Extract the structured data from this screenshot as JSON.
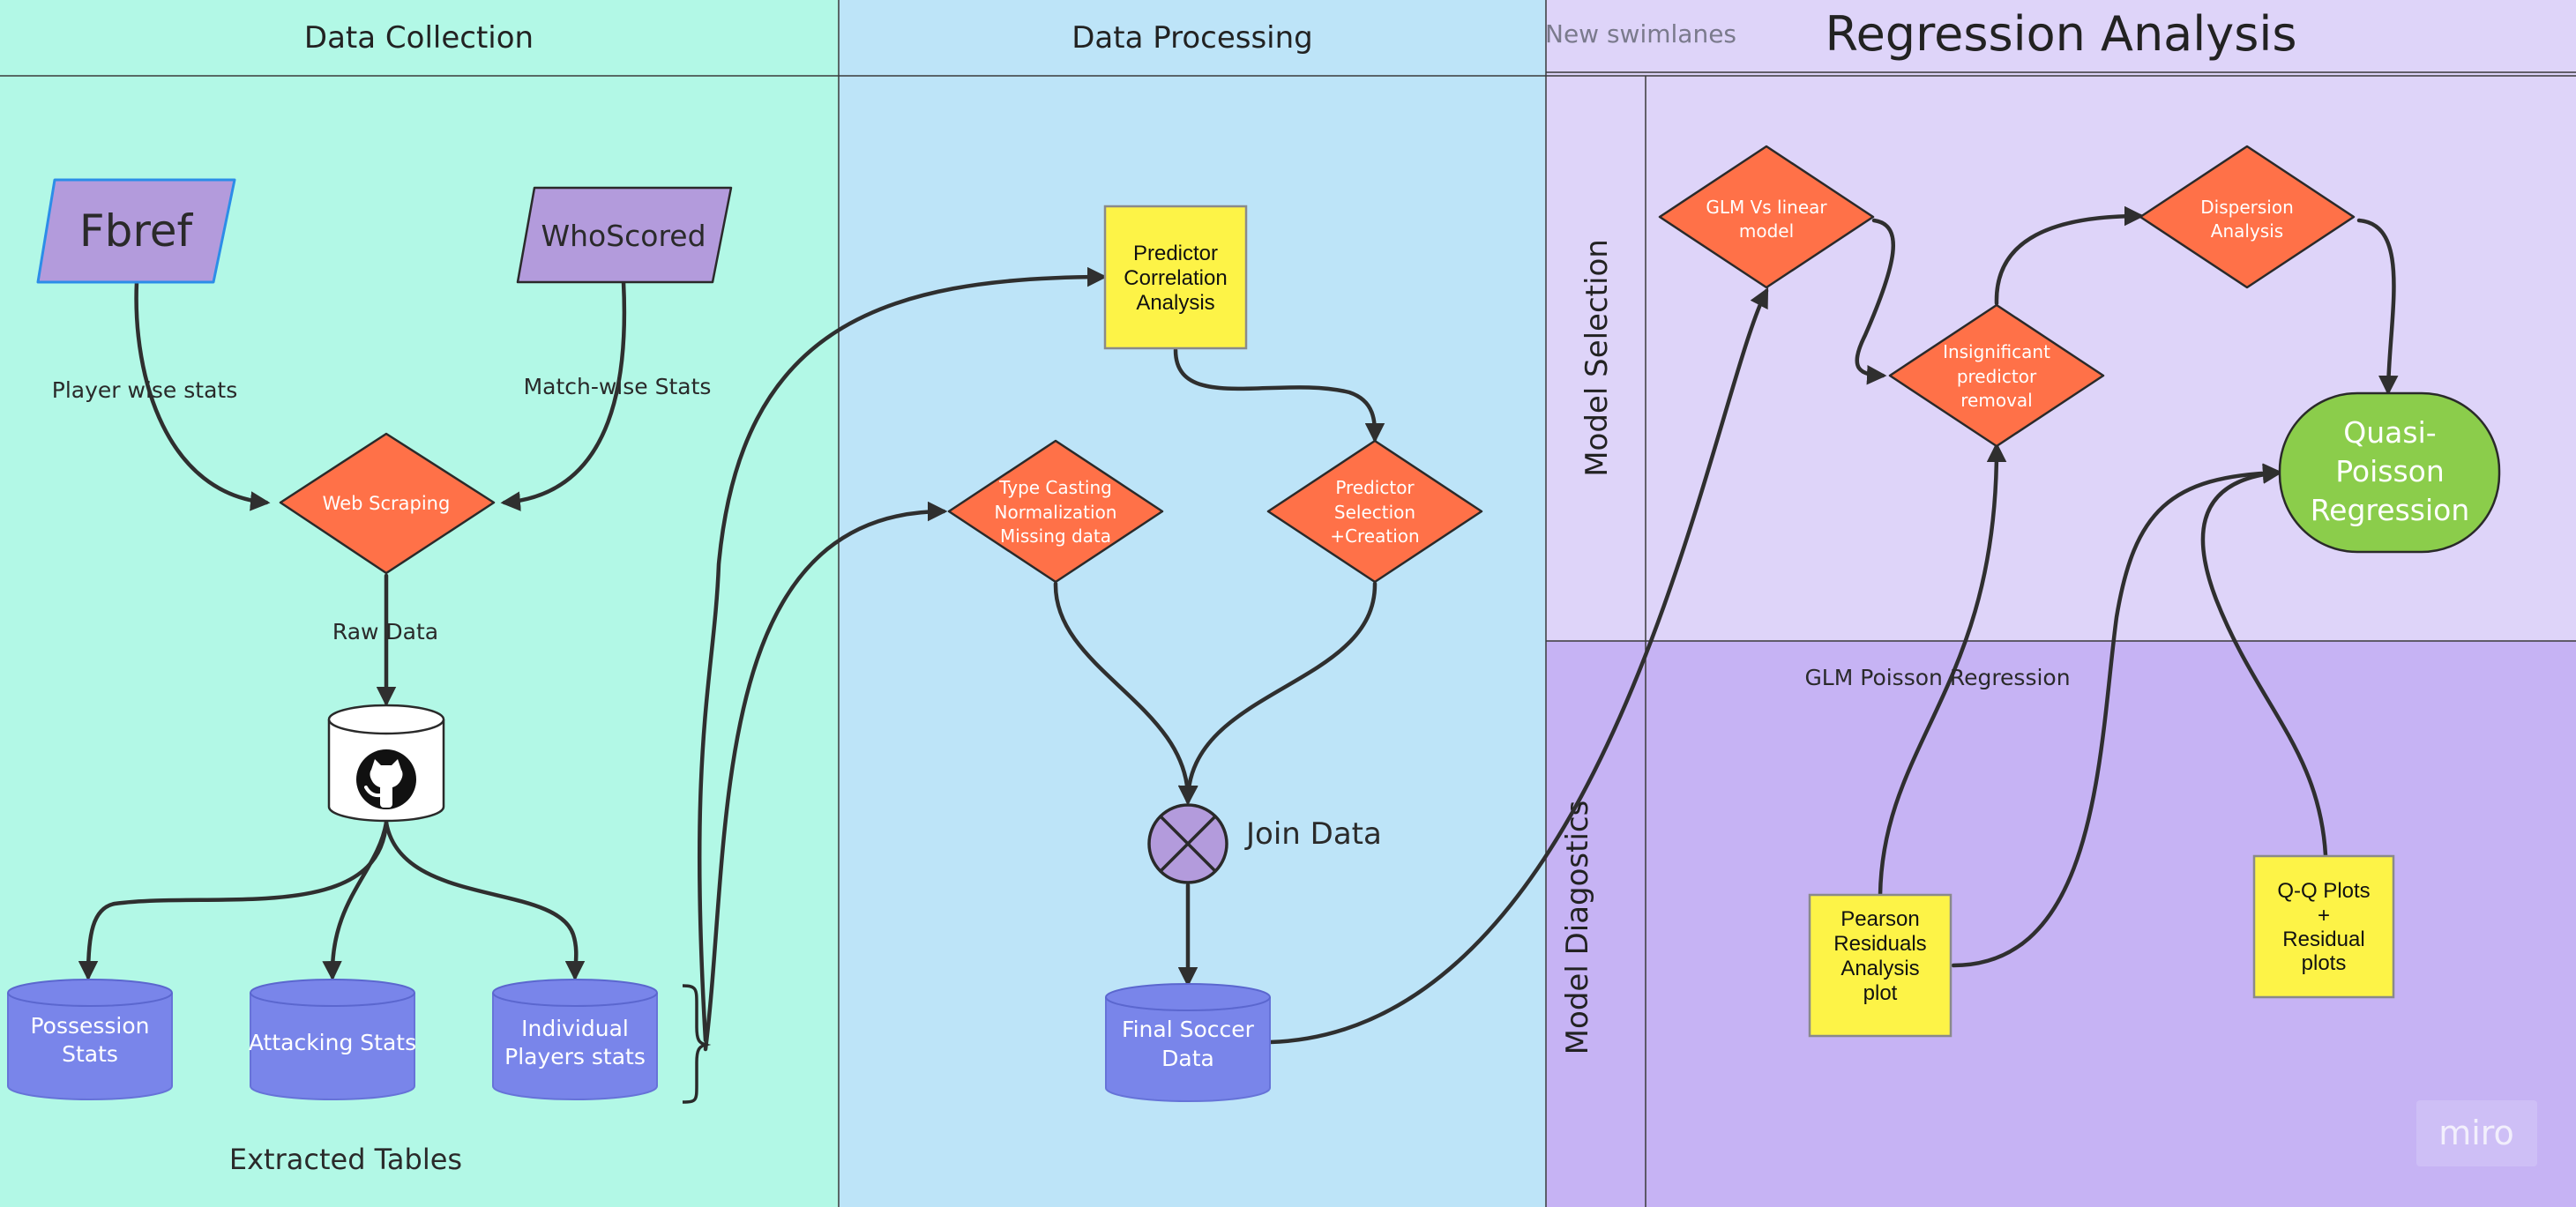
{
  "lanes": {
    "collection": "Data Collection",
    "processing": "Data Processing",
    "regression": "Regression Analysis",
    "new_swimlanes": "New swimlanes",
    "model_selection": "Model Selection",
    "model_diagnostics": "Model Diagostics"
  },
  "sources": {
    "fbref": "Fbref",
    "whoscored": "WhoScored"
  },
  "edge_labels": {
    "player_wise": "Player wise stats",
    "match_wise": "Match-wise Stats",
    "raw_data": "Raw Data",
    "glm_poisson": "GLM Poisson Regression"
  },
  "decisions": {
    "web_scraping": "Web Scraping",
    "type_casting": [
      "Type Casting",
      "Normalization",
      "Missing data"
    ],
    "predictor_selection": [
      "Predictor",
      "Selection",
      "+Creation"
    ],
    "glm_vs_linear": [
      "GLM Vs linear",
      "model"
    ],
    "insignificant": [
      "Insignificant",
      "predictor",
      "removal"
    ],
    "dispersion": [
      "Dispersion",
      "Analysis"
    ]
  },
  "databases": {
    "possession": [
      "Possession",
      "Stats"
    ],
    "attacking": [
      "Attacking Stats"
    ],
    "individual": [
      "Individual",
      "Players stats"
    ],
    "final": [
      "Final Soccer",
      "Data"
    ]
  },
  "tables_caption": "Extracted Tables",
  "join_label": "Join Data",
  "stickies": {
    "correlation": [
      "Predictor",
      "Correlation",
      "Analysis"
    ],
    "pearson": [
      "Pearson",
      "Residuals",
      "Analysis",
      "plot"
    ],
    "qq": [
      "Q-Q Plots",
      "+",
      "Residual",
      "plots"
    ]
  },
  "terminal": [
    "Quasi-",
    "Poisson",
    "Regression"
  ],
  "watermark": "miro",
  "colors": {
    "collection_bg": "#b2f8e6",
    "processing_bg": "#bde4f8",
    "selection_bg": "#ded4f9",
    "diagnostics_bg": "#c6b3f4",
    "decision": "#ff7148",
    "sticky": "#fdf347",
    "database": "#7985ea",
    "source": "#b39bdc",
    "terminal": "#8bcd4b"
  }
}
